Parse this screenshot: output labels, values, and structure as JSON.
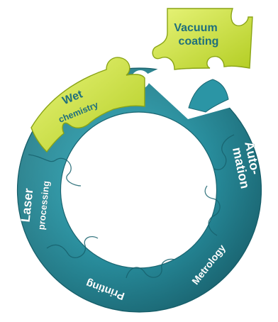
{
  "colors": {
    "ring_dark": "#1e7d8c",
    "ring_mid": "#2a98a8",
    "ring_light": "#4fb6c1",
    "green_dark": "#a9c51a",
    "green_light": "#dfee6e",
    "label_on_ring": "#ffffff",
    "label_on_green": "#1f6f7c"
  },
  "segments": {
    "wet_chemistry": {
      "line1": "Wet",
      "line2": "chemistry"
    },
    "vacuum_coating": {
      "line1": "Vacuum",
      "line2": "coating"
    },
    "automation": {
      "line1": "Auto-",
      "line2": "mation"
    },
    "metrology": {
      "label": "Metrology"
    },
    "printing": {
      "label": "Printing"
    },
    "laser_processing": {
      "line1": "Laser",
      "line2": "processing"
    }
  }
}
